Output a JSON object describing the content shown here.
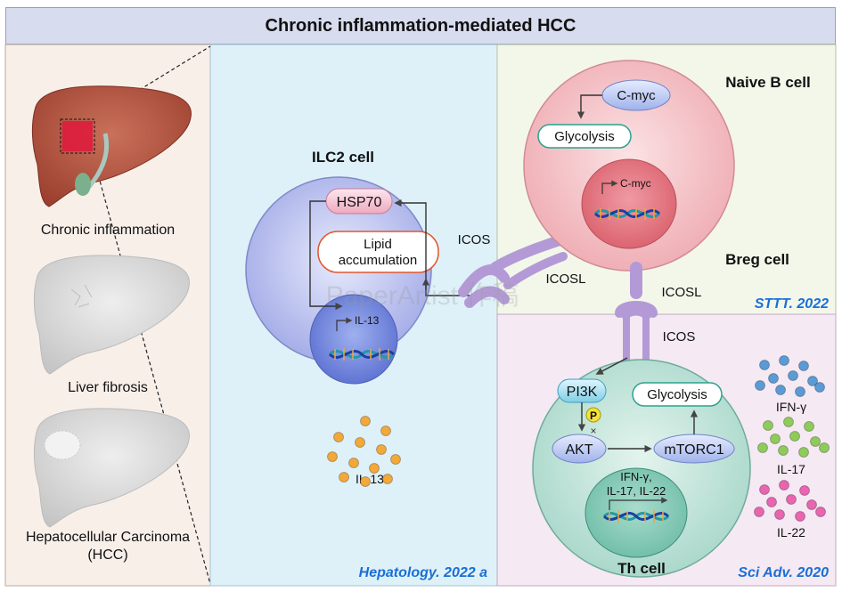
{
  "title": "Chronic inflammation-mediated HCC",
  "left_panel": {
    "stages": [
      {
        "label": "Chronic inflammation"
      },
      {
        "label": "Liver fibrosis"
      },
      {
        "label": "Hepatocellular Carcinoma",
        "label2": "(HCC)"
      }
    ]
  },
  "ilc2": {
    "title": "ILC2 cell",
    "hsp70": "HSP70",
    "lipid1": "Lipid",
    "lipid2": "accumulation",
    "gene": "IL-13",
    "secreted": "IL-13",
    "icos": "ICOS",
    "icosl": "ICOSL",
    "citation": "Hepatology. 2022 a"
  },
  "breg": {
    "title_top": "Naive B cell",
    "title_bottom": "Breg cell",
    "cmyc": "C-myc",
    "glycolysis": "Glycolysis",
    "gene": "C-myc",
    "icosl": "ICOSL",
    "citation": "STTT. 2022"
  },
  "th": {
    "title": "Th cell",
    "icos": "ICOS",
    "pi3k": "PI3K",
    "p": "P",
    "x": "×",
    "akt": "AKT",
    "mtorc1": "mTORC1",
    "glycolysis": "Glycolysis",
    "genes1": "IFN-γ,",
    "genes2": "IL-17, IL-22",
    "cyt1": "IFN-γ",
    "cyt2": "IL-17",
    "cyt3": "IL-22",
    "citation": "Sci Adv. 2020"
  },
  "watermark": "PaperArtist 作稿",
  "colors": {
    "title_bg": "#d8dcef",
    "left_bg": "#f8efe9",
    "ilc2_bg": "#dff1f8",
    "breg_bg": "#f3f7ea",
    "th_bg": "#f5e9f3",
    "citation": "#1a6fd6",
    "receptor": "#b39ad6",
    "ifn": "#5b9bd5",
    "il17": "#8fcb5a",
    "il22": "#e865b0",
    "il13": "#f2a93a"
  }
}
